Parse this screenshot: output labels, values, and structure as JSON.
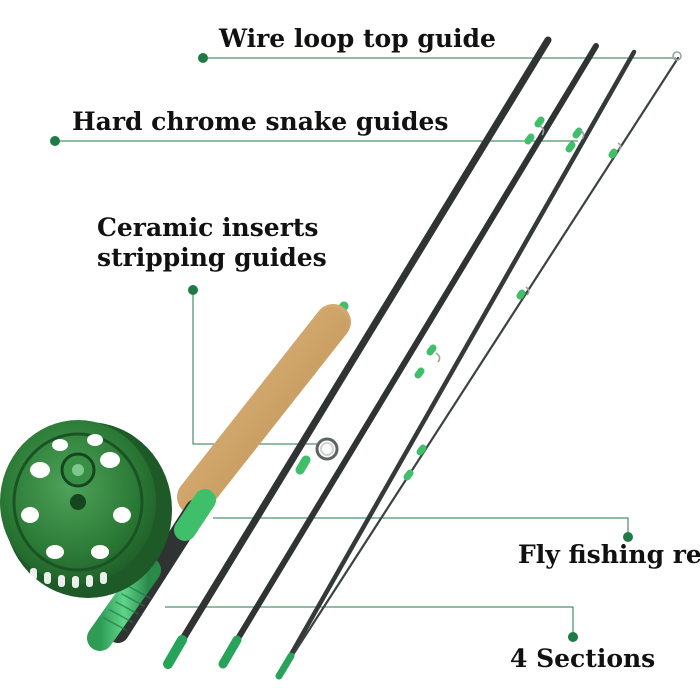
{
  "callouts": {
    "top_guide": "Wire loop top guide",
    "snake_guides": "Hard chrome snake guides",
    "stripping_line1": "Ceramic inserts",
    "stripping_line2": "stripping guides",
    "reel": "Fly fishing reel",
    "sections": "4 Sections"
  },
  "colors": {
    "accent_green": "#1f7a45",
    "rod_blank": "#2f3433",
    "cork": "#d9b27a",
    "reel_green": "#2e7d3a",
    "fitting_green": "#3fbf6a"
  }
}
